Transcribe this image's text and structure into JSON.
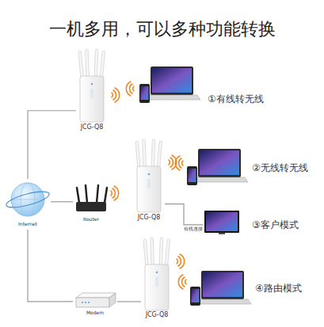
{
  "diagram": {
    "title": "一机多用，可以多种功能转换",
    "nodes": [
      {
        "text": [
          "JCG-Q8"
        ]
      },
      {
        "text": [
          "①有线转无线"
        ]
      },
      {
        "text": [
          "②无线转无线"
        ]
      },
      {
        "text": [
          "JCG-Q8"
        ]
      },
      {
        "text": [
          "Internet"
        ]
      },
      {
        "text": [
          "Router"
        ]
      },
      {
        "text": [
          "③客户模式"
        ]
      },
      {
        "text": [
          "JCG-Q8"
        ]
      },
      {
        "text": [
          "④路由模式"
        ]
      },
      {
        "text": [
          "Modem"
        ]
      }
    ],
    "edges": [
      {
        "from": 4,
        "to": 0,
        "arrow": "none"
      },
      {
        "from": 4,
        "to": 5,
        "arrow": "none"
      },
      {
        "from": 4,
        "to": 9,
        "arrow": "none"
      },
      {
        "from": 9,
        "to": 7,
        "arrow": "none"
      },
      {
        "from": 3,
        "to": 6,
        "label": "有线连接",
        "arrow": "none"
      }
    ]
  }
}
